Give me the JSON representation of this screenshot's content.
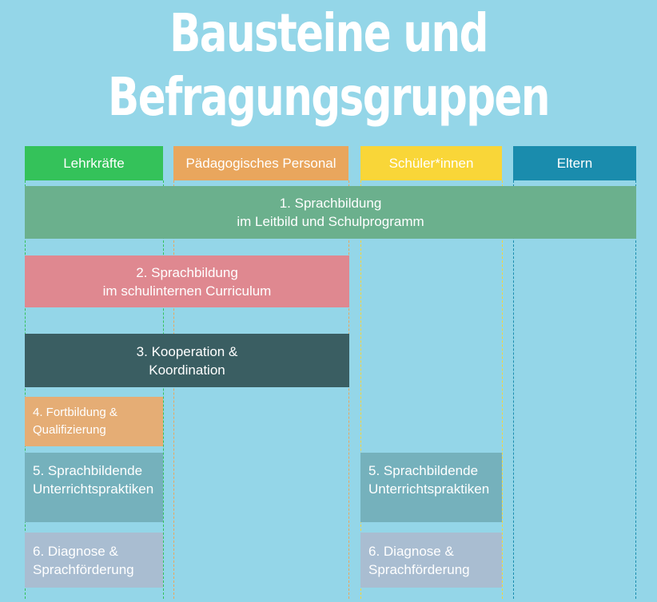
{
  "title": {
    "line1": "Bausteine und",
    "line2": "Befragungsgruppen"
  },
  "columns": [
    {
      "label": "Lehrkräfte",
      "color": "#34c25a"
    },
    {
      "label": "Pädagogisches Personal",
      "color": "#e9a65d"
    },
    {
      "label": "Schüler*innen",
      "color": "#f9d638"
    },
    {
      "label": "Eltern",
      "color": "#1a8cad"
    }
  ],
  "blocks": {
    "b1": {
      "line1": "1. Sprachbildung",
      "line2": "im Leitbild und Schulprogramm",
      "color": "#6bb08d"
    },
    "b2": {
      "line1": "2. Sprachbildung",
      "line2": "im schulinternen Curriculum",
      "color": "#df8890"
    },
    "b3": {
      "line1": "3. Kooperation &",
      "line2": "Koordination",
      "color": "#3a5e62"
    },
    "b4": {
      "line1": "4. Fortbildung &",
      "line2": "Qualifizierung",
      "color": "#e5ad75"
    },
    "b5": {
      "line1": "5. Sprachbildende",
      "line2": "Unterrichtspraktiken",
      "color": "#75b1bc"
    },
    "b6": {
      "line1": "6. Diagnose &",
      "line2": "Sprachförderung",
      "color": "#a9bdd1"
    }
  }
}
